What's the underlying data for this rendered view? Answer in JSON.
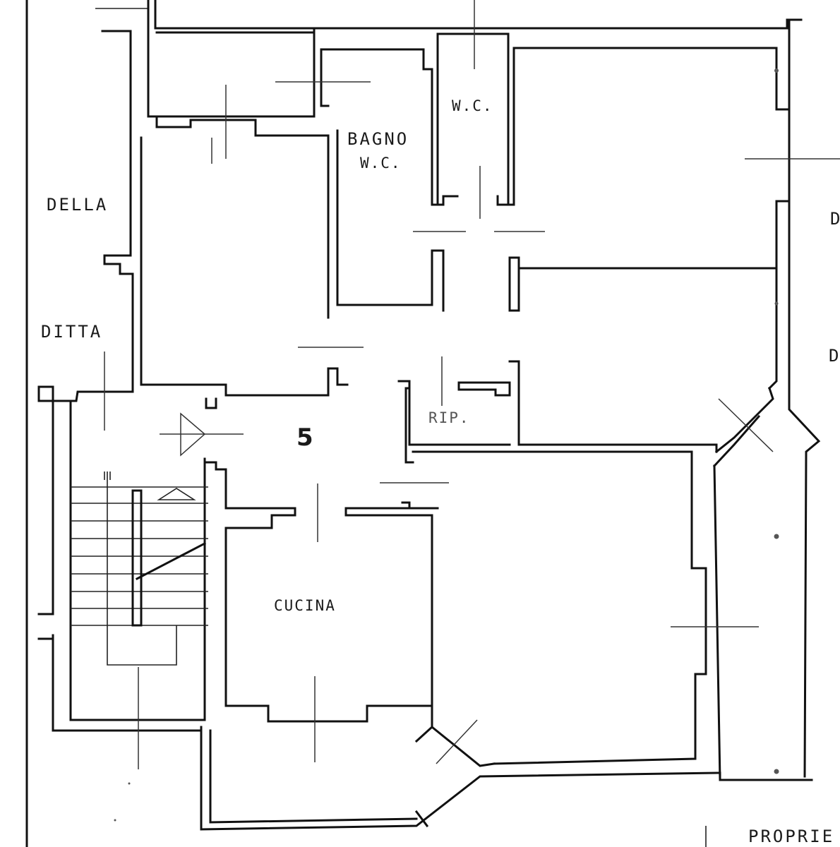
{
  "floor_plan": {
    "unit_number": "5",
    "rooms": {
      "bagno_line1": "BAGNO",
      "bagno_line2": "W.C.",
      "wc": "W.C.",
      "ripostiglio": "RIP.",
      "cucina": "CUCINA"
    },
    "margin_labels": {
      "left_top": "DELLA",
      "left_bottom": "DITTA",
      "right_top": "D",
      "right_middle": "D",
      "bottom_right": "PROPRIE"
    }
  }
}
